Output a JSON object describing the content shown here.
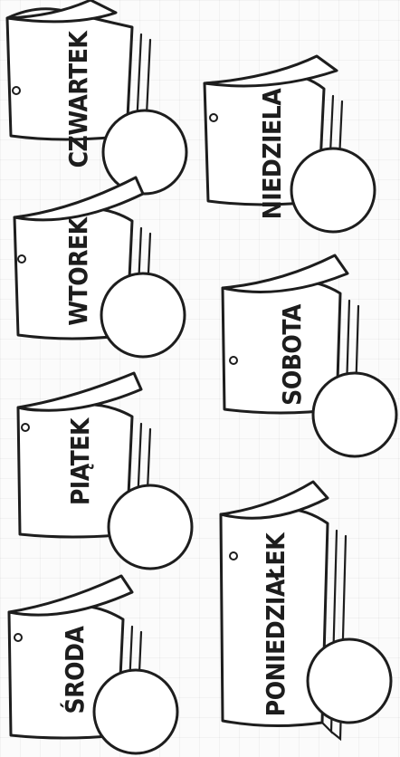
{
  "worksheet": {
    "books": [
      {
        "label": "CZWARTEK"
      },
      {
        "label": "NIEDZIELA"
      },
      {
        "label": "WTOREK"
      },
      {
        "label": "SOBOTA"
      },
      {
        "label": "PIĄTEK"
      },
      {
        "label": "PONIEDZIAŁEK"
      },
      {
        "label": "ŚRODA"
      }
    ]
  }
}
